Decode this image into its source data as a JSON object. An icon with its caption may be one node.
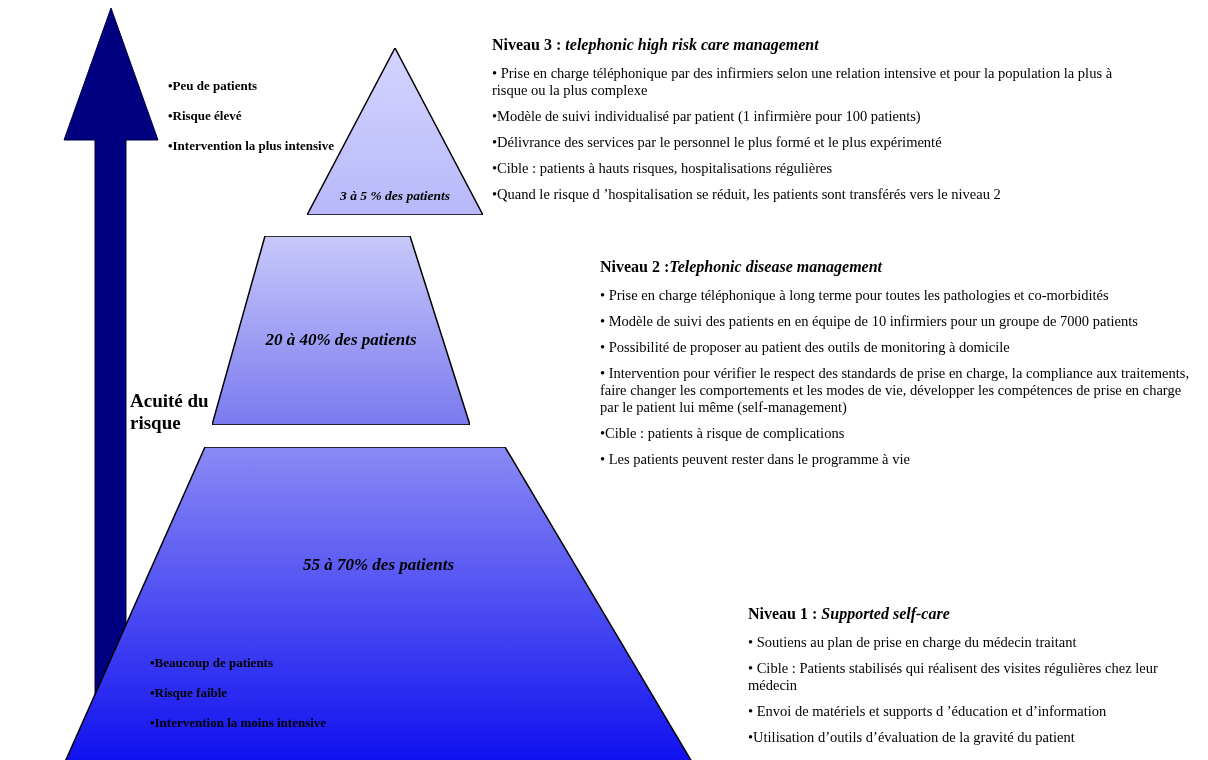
{
  "diagram": {
    "nodes": [
      {
        "text": [
          "3 à 5 % des patients"
        ],
        "beside": [
          "Niveau 3 : *telephonic high risk care management*",
          "• Prise en charge téléphonique par des infirmiers selon une relation intensive et pour la population la plus à risque ou la plus complexe",
          "•Modèle de suivi individualisé par patient (1 infirmière pour 100 patients)",
          "•Délivrance des services par le personnel le plus formé et le plus expérimenté",
          "•Cible : patients à hauts risques, hospitalisations régulières",
          "•Quand le risque d ’hospitalisation se réduit, les patients sont transférés vers le niveau 2"
        ]
      },
      {
        "text": [
          "20 à 40% des patients"
        ],
        "beside": [
          "Niveau 2 :*Telephonic disease management*",
          "• Prise en charge téléphonique à long terme pour toutes les pathologies et co-morbidités",
          "• Modèle de suivi des patients en en équipe de 10 infirmiers pour un groupe de 7000 patients",
          "• Possibilité de proposer au patient des outils de monitoring à domicile",
          "• Intervention pour vérifier le respect des standards de prise en charge, la compliance aux  traitements, faire changer les comportements et les modes de vie, développer les compétences de prise en charge par le patient lui même (self-management)",
          "•Cible : patients à risque de complications"
        ]
      },
      {
        "text": [
          "55 à 70%  des patients"
        ],
        "beside": [
          "Niveau 1 : *Supported self-care*",
          "• Soutiens au plan de prise en charge du  médecin traitant",
          "• Cible : Patients stabilisés qui réalisent des visites régulières chez leur médecin",
          "• Envoi de matériels et supports d ’éducation et d’information",
          "•Utilisation d’outils d’évaluation de la gravité du patient"
        ]
      }
    ],
    "labels": [
      "•Peu de patients",
      "•Risque élevé",
      "•Intervention la plus intensive",
      "Acuité du risque",
      "• Les patients peuvent rester dans le programme à vie",
      "•Beaucoup de patients",
      "•Risque faible",
      "•Intervention la moins intensive"
    ]
  }
}
